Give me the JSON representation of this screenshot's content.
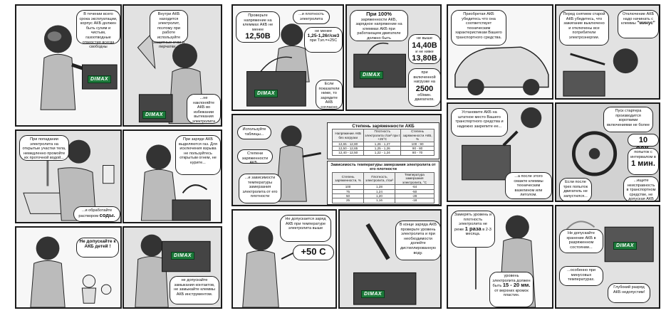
{
  "brand": {
    "name": "DIMAX",
    "color": "#1c7a3a"
  },
  "page1": {
    "p1_b1": "В течении всего срока эксплуатации, корпус АКБ должен быть сухим и чистым, газоотводные отверстия всегда свободны",
    "p2_b1": "Внутри АКБ находится электролит, поэтому при работе используйте защитные очки и перчатки...",
    "p2_b2": "...не наклоняйте АКБ во избежании вытекания электролита",
    "p3_b1": "При попадании электролита на открытые участки тела, немедленно промойте их проточной водой...",
    "p3_b2": "...и обработайте раствором",
    "p3_b2_big": "соды.",
    "p4_b1": "При заряде АКБ выделяются газ. Для исключения взрыва не пользуйтесь открытым огнем, не курите...",
    "p5_b1": "Не допускайте к АКБ детей !",
    "p6_b1": "не допускайте замыкания контактов, не замыкайте клеммы АКБ инструментом."
  },
  "page2": {
    "p1_b1": "Проверьте напряжение на клеммах АКБ",
    "p1_b1_pre": "не менее",
    "p1_b1_big": "12,50В",
    "p1_b2": "...и плотность электролита",
    "p1_b3_pre": "не менее",
    "p1_b3_big": "1,25-1,26г/см3",
    "p1_b3_post": "при Тэл.=+25С",
    "p1_b4": "Если показатели ниже, то зарядите АКБ согласно инструкции.",
    "p2_b1_big": "При 100%",
    "p2_b1": "заряженности АКБ, зарядное напряжение на клеммах АКБ при работающем двигателе должно быть",
    "p2_b2_pre": "не выше",
    "p2_b2_big1": "14,40В",
    "p2_b2_mid": "и не ниже",
    "p2_b2_big2": "13,80В",
    "p2_b3_pre": "при включенной нагрузке на",
    "p2_b3_big": "2500",
    "p2_b3_post": "об/мин. двигателя.",
    "p3_b1": "Используйте таблицы...",
    "p3_b2": "Степени заряженности АКБ...",
    "p3_b3": "...и зависимости температуры замерзания электролита от его плотности",
    "table1": {
      "title": "Степень заряженности АКБ",
      "headers": [
        "Напряжение АКБ без нагрузки",
        "Плотность электролита г/см³ при t +25°C",
        "Степень заряженности АКБ, %"
      ],
      "rows": [
        [
          "12,65 - 12,80",
          "1,26 - 1,27",
          "100 - 90"
        ],
        [
          "12,50 - 12,65",
          "1,25 - 1,26",
          "90 - 80"
        ],
        [
          "12,40 - 12,50",
          "1,22 - 1,24",
          "80 - 70"
        ]
      ]
    },
    "table2": {
      "title": "Зависимость температуры замерзания электролита от его плотности",
      "headers": [
        "Степень заряженности, %",
        "Плотность электролита, г/см³",
        "Температура замерзания электролита, °С"
      ],
      "rows": [
        [
          "100",
          "1,28",
          "-64"
        ],
        [
          "75",
          "1,24",
          "-50"
        ],
        [
          "50",
          "1,20",
          "-28"
        ],
        [
          "25",
          "1,16",
          "-18"
        ]
      ]
    },
    "p4_b1": "Не допускается заряд АКБ при температуре электролита выше",
    "p4_b1_big": "+50 С",
    "p5_b1": "В конце заряда АКБ проверьте уровень электролита и при необходимости долейте дистиллированную воду."
  },
  "page3": {
    "p1_b1": "Приобретая АКБ убедитесь что она соответствует техническим характеристикам Вашего транспортного средства.",
    "p2_b1": "Перед снятием старой АКБ убедитесь, что зажигание выключено и отключены все потребители электроэнергии.",
    "p2_b2": "Отключение АКБ надо начинать с клеммы",
    "p2_b2_big": "\"минус\"",
    "p3_b1": "Установите АКБ на штатное место Вашего транспортного средства и надежно закрепите ее...",
    "p3_b2": "...а после этого смажте клеммы техническим вазелином или литолом.",
    "p4_b1": "Пуск стартера производится короткими включениями не более",
    "p4_b1_big": "10 сек.",
    "p4_b2": "попыток с интервалом в",
    "p4_b2_big": "1 мин.",
    "p4_b3": "Если после трех попыток двигатель не запустился...",
    "p4_b4": "...ищите неисправность в транспортном средстве, не допуская АКБ до полного разряда.",
    "p5_b1": "Замерять уровень и плотность электролита",
    "p5_b1_pre": "не реже",
    "p5_b1_big": "1 раза",
    "p5_b1_post": "в 2-3 месяца.",
    "p5_b2": "уровень электролита должен быть",
    "p5_b2_big": "15 - 20 мм.",
    "p5_b2_post": "от верхних кромок пластин.",
    "p6_b1": "Не допускайте хранение АКБ в разряженном состоянии...",
    "p6_b2": "...особенно при минусовых температурах.",
    "p6_b3": "Глубокий разряд АКБ недопустим!"
  }
}
